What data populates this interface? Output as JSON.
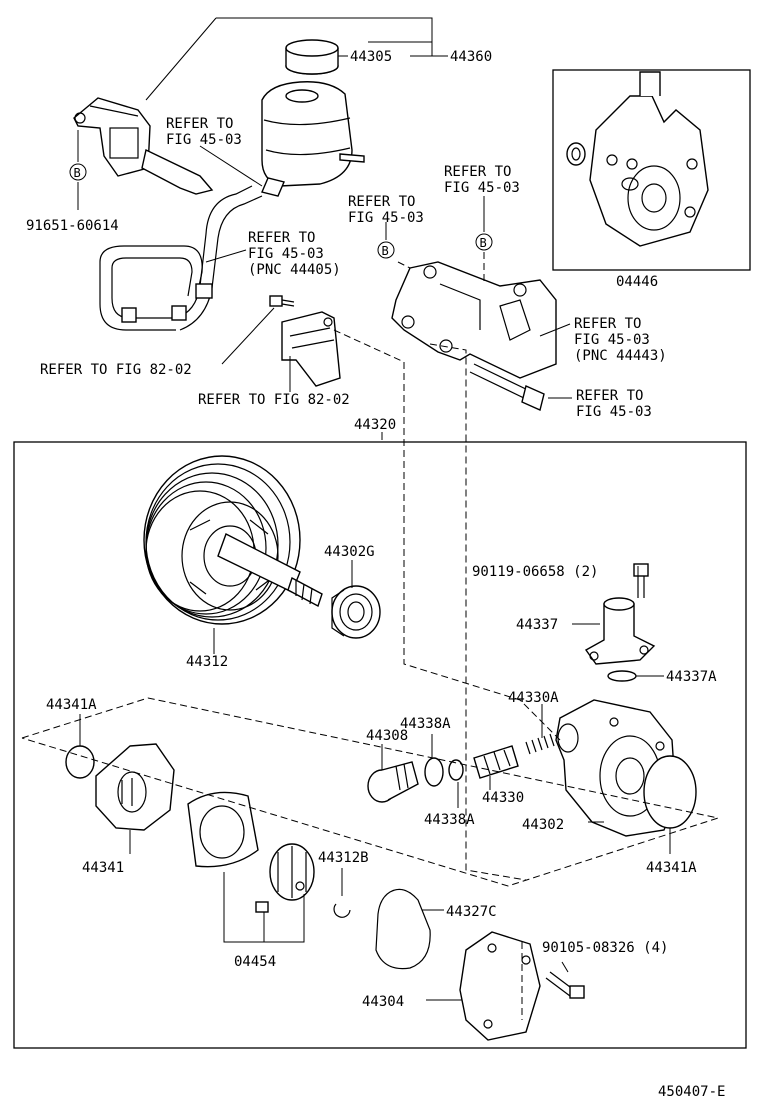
{
  "diagram_id": "450407-E",
  "labels": {
    "p44305": "44305",
    "p44360": "44360",
    "refer_45_03_a": [
      "REFER TO",
      "FIG 45-03"
    ],
    "refer_45_03_b": [
      "REFER TO",
      "FIG 45-03"
    ],
    "refer_45_03_c": [
      "REFER TO",
      "FIG 45-03"
    ],
    "refer_45_03_pnc44405": [
      "REFER TO",
      "FIG 45-03",
      "(PNC 44405)"
    ],
    "refer_45_03_pnc44443": [
      "REFER TO",
      "FIG 45-03",
      "(PNC 44443)"
    ],
    "refer_45_03_bolt": [
      "REFER TO",
      "FIG 45-03"
    ],
    "p91651": "91651-60614",
    "p04446": "04446",
    "refer_82_02_a": "REFER TO FIG 82-02",
    "refer_82_02_b": "REFER TO FIG 82-02",
    "p44320": "44320",
    "p44302g": "44302G",
    "p44312": "44312",
    "p90119": "90119-06658 (2)",
    "p44337": "44337",
    "p44337a": "44337A",
    "p44341a_left": "44341A",
    "p44330a": "44330A",
    "p44308": "44308",
    "p44338a_top": "44338A",
    "p44330": "44330",
    "p44338a_bottom": "44338A",
    "p44302": "44302",
    "p44341a_right": "44341A",
    "p44341": "44341",
    "p44312b": "44312B",
    "p44327c": "44327C",
    "p90105": "90105-08326 (4)",
    "p04454": "04454",
    "p44304": "44304",
    "marker_b": "B"
  }
}
